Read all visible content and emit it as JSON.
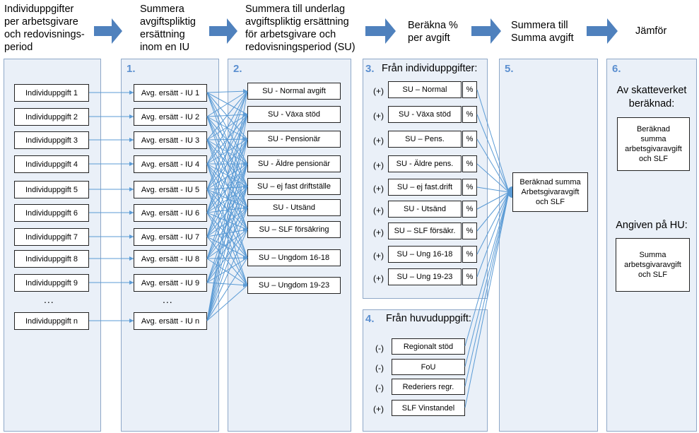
{
  "headers": [
    "Individuppgifter\nper arbetsgivare\noch redovisnings-\nperiod",
    "Summera\navgiftspliktig\nersättning\ninom en IU",
    "Summera till underlag\navgiftspliktig ersättning\nför arbetsgivare och\nredovisningsperiod (SU)",
    "Beräkna %\nper avgift",
    "Summera till\nSumma avgift",
    "Jämför"
  ],
  "panel_numbers": [
    "1.",
    "2.",
    "3.",
    "4.",
    "5.",
    "6."
  ],
  "iu_items": [
    "Individuppgift 1",
    "Individuppgift 2",
    "Individuppgift 3",
    "Individuppgift 4",
    "Individuppgift 5",
    "Individuppgift 6",
    "Individuppgift 7",
    "Individuppgift 8",
    "Individuppgift 9",
    "Individuppgift n"
  ],
  "avg_items": [
    "Avg. ersätt - IU 1",
    "Avg. ersätt - IU 2",
    "Avg. ersätt - IU 3",
    "Avg. ersätt - IU 4",
    "Avg. ersätt - IU 5",
    "Avg. ersätt - IU 6",
    "Avg. ersätt - IU 7",
    "Avg. ersätt - IU 8",
    "Avg. ersätt - IU 9",
    "Avg. ersätt - IU n"
  ],
  "ellipsis": "...",
  "su_items": [
    "SU - Normal avgift",
    "SU - Växa stöd",
    "SU - Pensionär",
    "SU - Äldre pensionär",
    "SU – ej fast driftställe",
    "SU - Utsänd",
    "SU – SLF försäkring",
    "SU – Ungdom 16-18",
    "SU – Ungdom 19-23"
  ],
  "section3_title": "Från individuppgifter:",
  "calc_items": [
    "SU – Normal",
    "SU - Växa stöd",
    "SU – Pens.",
    "SU - Äldre pens.",
    "SU – ej fast.drift",
    "SU - Utsänd",
    "SU – SLF försäkr.",
    "SU – Ung 16-18",
    "SU – Ung 19-23"
  ],
  "plus_sign": "(+)",
  "percent": "%",
  "section4_title": "Från huvuduppgift:",
  "hu_items": [
    {
      "sign": "(-)",
      "label": "Regionalt stöd"
    },
    {
      "sign": "(-)",
      "label": "FoU"
    },
    {
      "sign": "(-)",
      "label": "Rederiers regr."
    },
    {
      "sign": "(+)",
      "label": "SLF Vinstandel"
    }
  ],
  "section5_box": "Beräknad summa\nArbetsgivaravgift\noch SLF",
  "section6": {
    "top_label": "Av skatteverket\nberäknad:",
    "top_box": "Beräknad\nsumma\narbetsgivaravgift\noch SLF",
    "bottom_label": "Angiven på HU:",
    "bottom_box": "Summa\narbetsgivaravgift\noch SLF"
  },
  "colors": {
    "arrow": "#4f81bd",
    "panel_fill": "#eaf0f8",
    "panel_border": "#8fa8c8",
    "number": "#5b8fd0",
    "connector": "#5b9bd5"
  }
}
